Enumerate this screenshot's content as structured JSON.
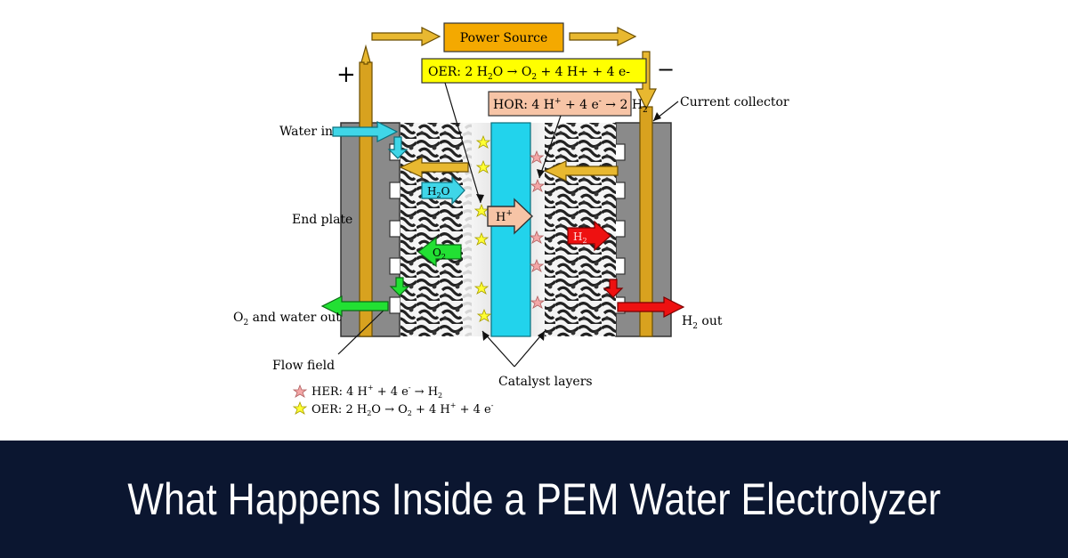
{
  "diagram": {
    "power_source": "Power Source",
    "plus_sign": "+",
    "minus_sign": "−",
    "oer_box": {
      "pre": "OER: 2 H",
      "s1": "2",
      "mid": "O → O",
      "s2": "2",
      "post": " + 4 H+ + 4 e-"
    },
    "hor_box": {
      "pre": "HOR: 4 H",
      "s1": "+",
      "mid": " + 4 e",
      "s2": "-",
      "mid2": " → 2 H",
      "s3": "2"
    },
    "current_collector": "Current collector",
    "water_in": "Water in",
    "end_plate": "End plate",
    "o2_water_out": {
      "pre": "O",
      "s1": "2",
      "post": " and water out"
    },
    "flow_field": "Flow field",
    "h2_out": {
      "pre": "H",
      "s1": "2",
      "post": " out"
    },
    "catalyst_layers": "Catalyst layers",
    "h2o_arrow": {
      "pre": "H",
      "s1": "2",
      "post": "O"
    },
    "o2_arrow": {
      "pre": "O",
      "s1": "2"
    },
    "hplus_arrow": {
      "pre": "H",
      "s1": "+"
    },
    "h2_arrow": {
      "pre": "H",
      "s1": "2"
    },
    "legend": {
      "her": {
        "pre": "HER: 4 H",
        "s1": "+",
        "mid": " + 4 e",
        "s2": "-",
        "mid2": "  → H",
        "s3": "2"
      },
      "oer": {
        "pre": "OER: 2 H",
        "s1": "2",
        "mid": "O → O",
        "s2": "2",
        "mid2": " + 4 H",
        "s3": "+",
        "mid3": " + 4 e",
        "s4": "-"
      }
    }
  },
  "banner": {
    "title": "What Happens Inside a PEM Water Electrolyzer"
  },
  "colors": {
    "banner_bg": "#0b1630",
    "gold": "#d8a21f",
    "oer_yellow": "#ffff00",
    "hor_peach": "#f7c4a6",
    "membrane_cyan": "#22d3ec",
    "water_cyan": "#3fd6e8",
    "oxygen_green": "#22e033",
    "hydrogen_red": "#ee1111",
    "end_plate_gray": "#8a8a8a"
  }
}
